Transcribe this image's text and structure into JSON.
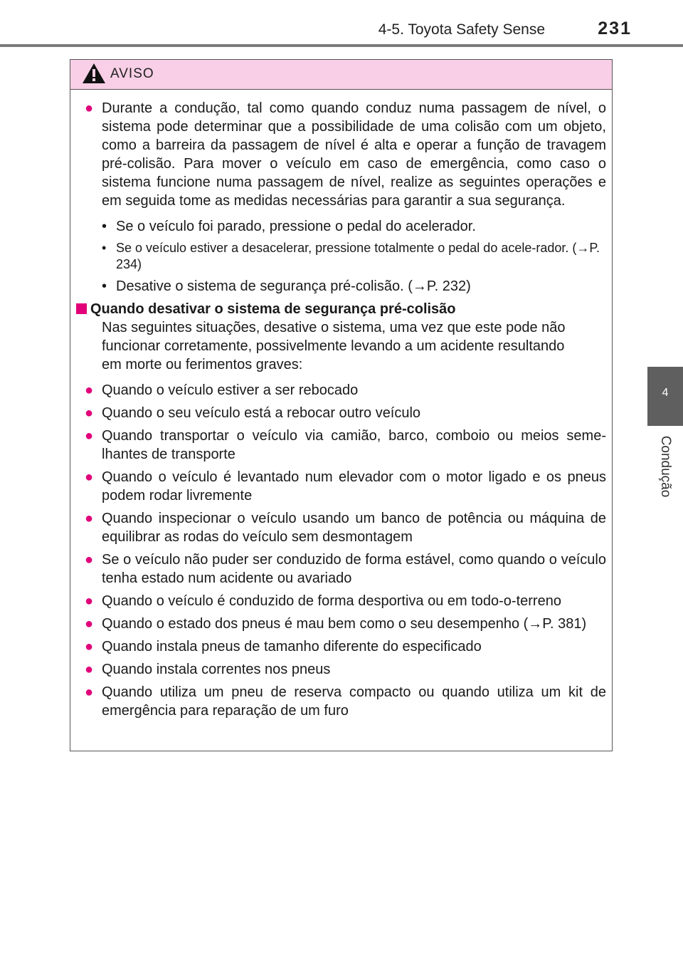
{
  "header": {
    "section": "4-5. Toyota Safety Sense",
    "page_number": "231"
  },
  "side_tab": {
    "chapter_number": "4",
    "chapter_label": "Condução"
  },
  "warning": {
    "title": "AVISO",
    "icon": "warning-triangle-icon",
    "intro_item": "Durante a condução, tal como quando conduz  numa passagem de nível, o sistema pode determinar que a possibilidade de uma colisão com um objeto, como a barreira da passagem de nível é alta e operar a função de travagem pré-colisão. Para mover o veículo em caso de emergência, como caso o sistema funcione numa passagem de nível, realize as seguintes operações e em seguida tome as medidas necessárias para garantir a sua segurança.",
    "sub_items": [
      "Se o veículo foi parado, pressione o pedal do acelerador.",
      "Se o veículo estiver a desacelerar, pressione totalmente o pedal do acele-rador. (→P. 234)",
      "Desative o sistema de segurança pré-colisão. (→P. 232)"
    ],
    "section_heading": "Quando desativar o sistema de segurança pré-colisão",
    "section_text": "Nas seguintes situações, desative o sistema, uma vez que este pode não funcionar corretamente, possivelmente levando a um acidente resultando em morte ou ferimentos graves:",
    "conditions": [
      "Quando o veículo estiver a ser rebocado",
      "Quando o seu veículo está a rebocar outro veículo",
      "Quando transportar o veículo via camião, barco, comboio ou meios seme-lhantes de transporte",
      "Quando o veículo é levantado num elevador com o motor ligado e os pneus podem rodar livremente",
      "Quando inspecionar o veículo usando um banco de potência ou máquina de equilibrar as rodas do veículo sem desmontagem",
      "Se o veículo não puder ser conduzido de forma estável, como quando o veículo tenha estado num acidente ou avariado",
      "Quando o veículo é conduzido de forma desportiva ou em todo-o-terreno",
      "Quando o estado dos pneus é mau bem como o seu desempenho (→P. 381)",
      "Quando instala pneus de tamanho diferente do especificado",
      "Quando instala correntes nos pneus",
      "Quando utiliza um pneu de reserva compacto ou quando utiliza um kit de emergência para reparação de um furo"
    ]
  },
  "colors": {
    "accent": "#e1007a",
    "warning_header_bg": "#f8cfe6",
    "side_tab_bg": "#5f5f5f"
  }
}
